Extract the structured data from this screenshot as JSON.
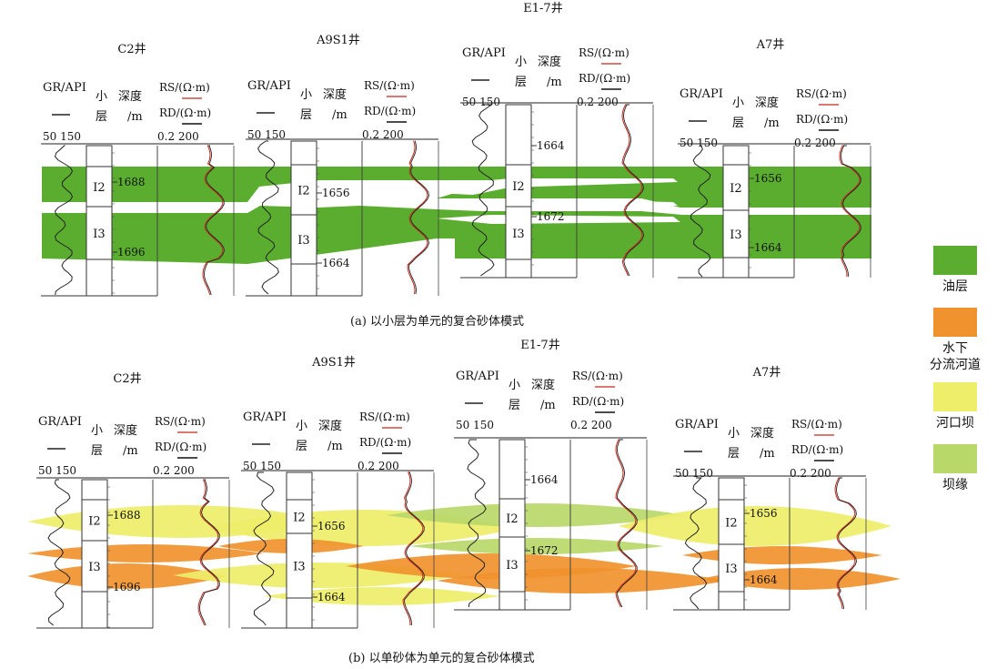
{
  "panels": [
    {
      "caption": "(a) 以小层为单元的复合砂体模式",
      "wells": [
        {
          "name": "C2井",
          "depths": [
            "1688",
            "1696"
          ],
          "layers": [
            "Ⅰ2",
            "Ⅰ3"
          ]
        },
        {
          "name": "A9S1井",
          "depths": [
            "1656",
            "1664"
          ],
          "layers": [
            "Ⅰ2",
            "Ⅰ3"
          ]
        },
        {
          "name": "E1-7井",
          "depths": [
            "1664",
            "1672"
          ],
          "layers": [
            "Ⅰ2",
            "Ⅰ3"
          ]
        },
        {
          "name": "A7井",
          "depths": [
            "1656",
            "1664"
          ],
          "layers": [
            "Ⅰ2",
            "Ⅰ3"
          ]
        }
      ]
    },
    {
      "caption": "(b) 以单砂体为单元的复合砂体模式",
      "wells": [
        {
          "name": "C2井",
          "depths": [
            "1688",
            "1696"
          ],
          "layers": [
            "Ⅰ2",
            "Ⅰ3"
          ]
        },
        {
          "name": "A9S1井",
          "depths": [
            "1656",
            "1664"
          ],
          "layers": [
            "Ⅰ2",
            "Ⅰ3"
          ]
        },
        {
          "name": "E1-7井",
          "depths": [
            "1664",
            "1672"
          ],
          "layers": [
            "Ⅰ2",
            "Ⅰ3"
          ]
        },
        {
          "name": "A7井",
          "depths": [
            "1656",
            "1664"
          ],
          "layers": [
            "Ⅰ2",
            "Ⅰ3"
          ]
        }
      ]
    }
  ],
  "track_header": {
    "gr_label": "GR/API",
    "gr_scale": "50 150",
    "layer_label": "小\n层",
    "depth_label": "深度\n/m",
    "rs_label": "RS/(Ω·m)",
    "rd_label": "RD/(Ω·m)",
    "res_scale": "0.2    200"
  },
  "legend": [
    {
      "label": "油层",
      "color": "#5aad2e"
    },
    {
      "label": "水下\n分流河道",
      "color": "#f0922e"
    },
    {
      "label": "河口坝",
      "color": "#eeee6a"
    },
    {
      "label": "坝缘",
      "color": "#b8d86a"
    }
  ],
  "colors": {
    "oil": "#5aad2e",
    "channel": "#f0922e",
    "bar": "#eeee6a",
    "edge": "#b8d86a",
    "rs_curve": "#c8281e",
    "gr_curve": "#222222"
  }
}
